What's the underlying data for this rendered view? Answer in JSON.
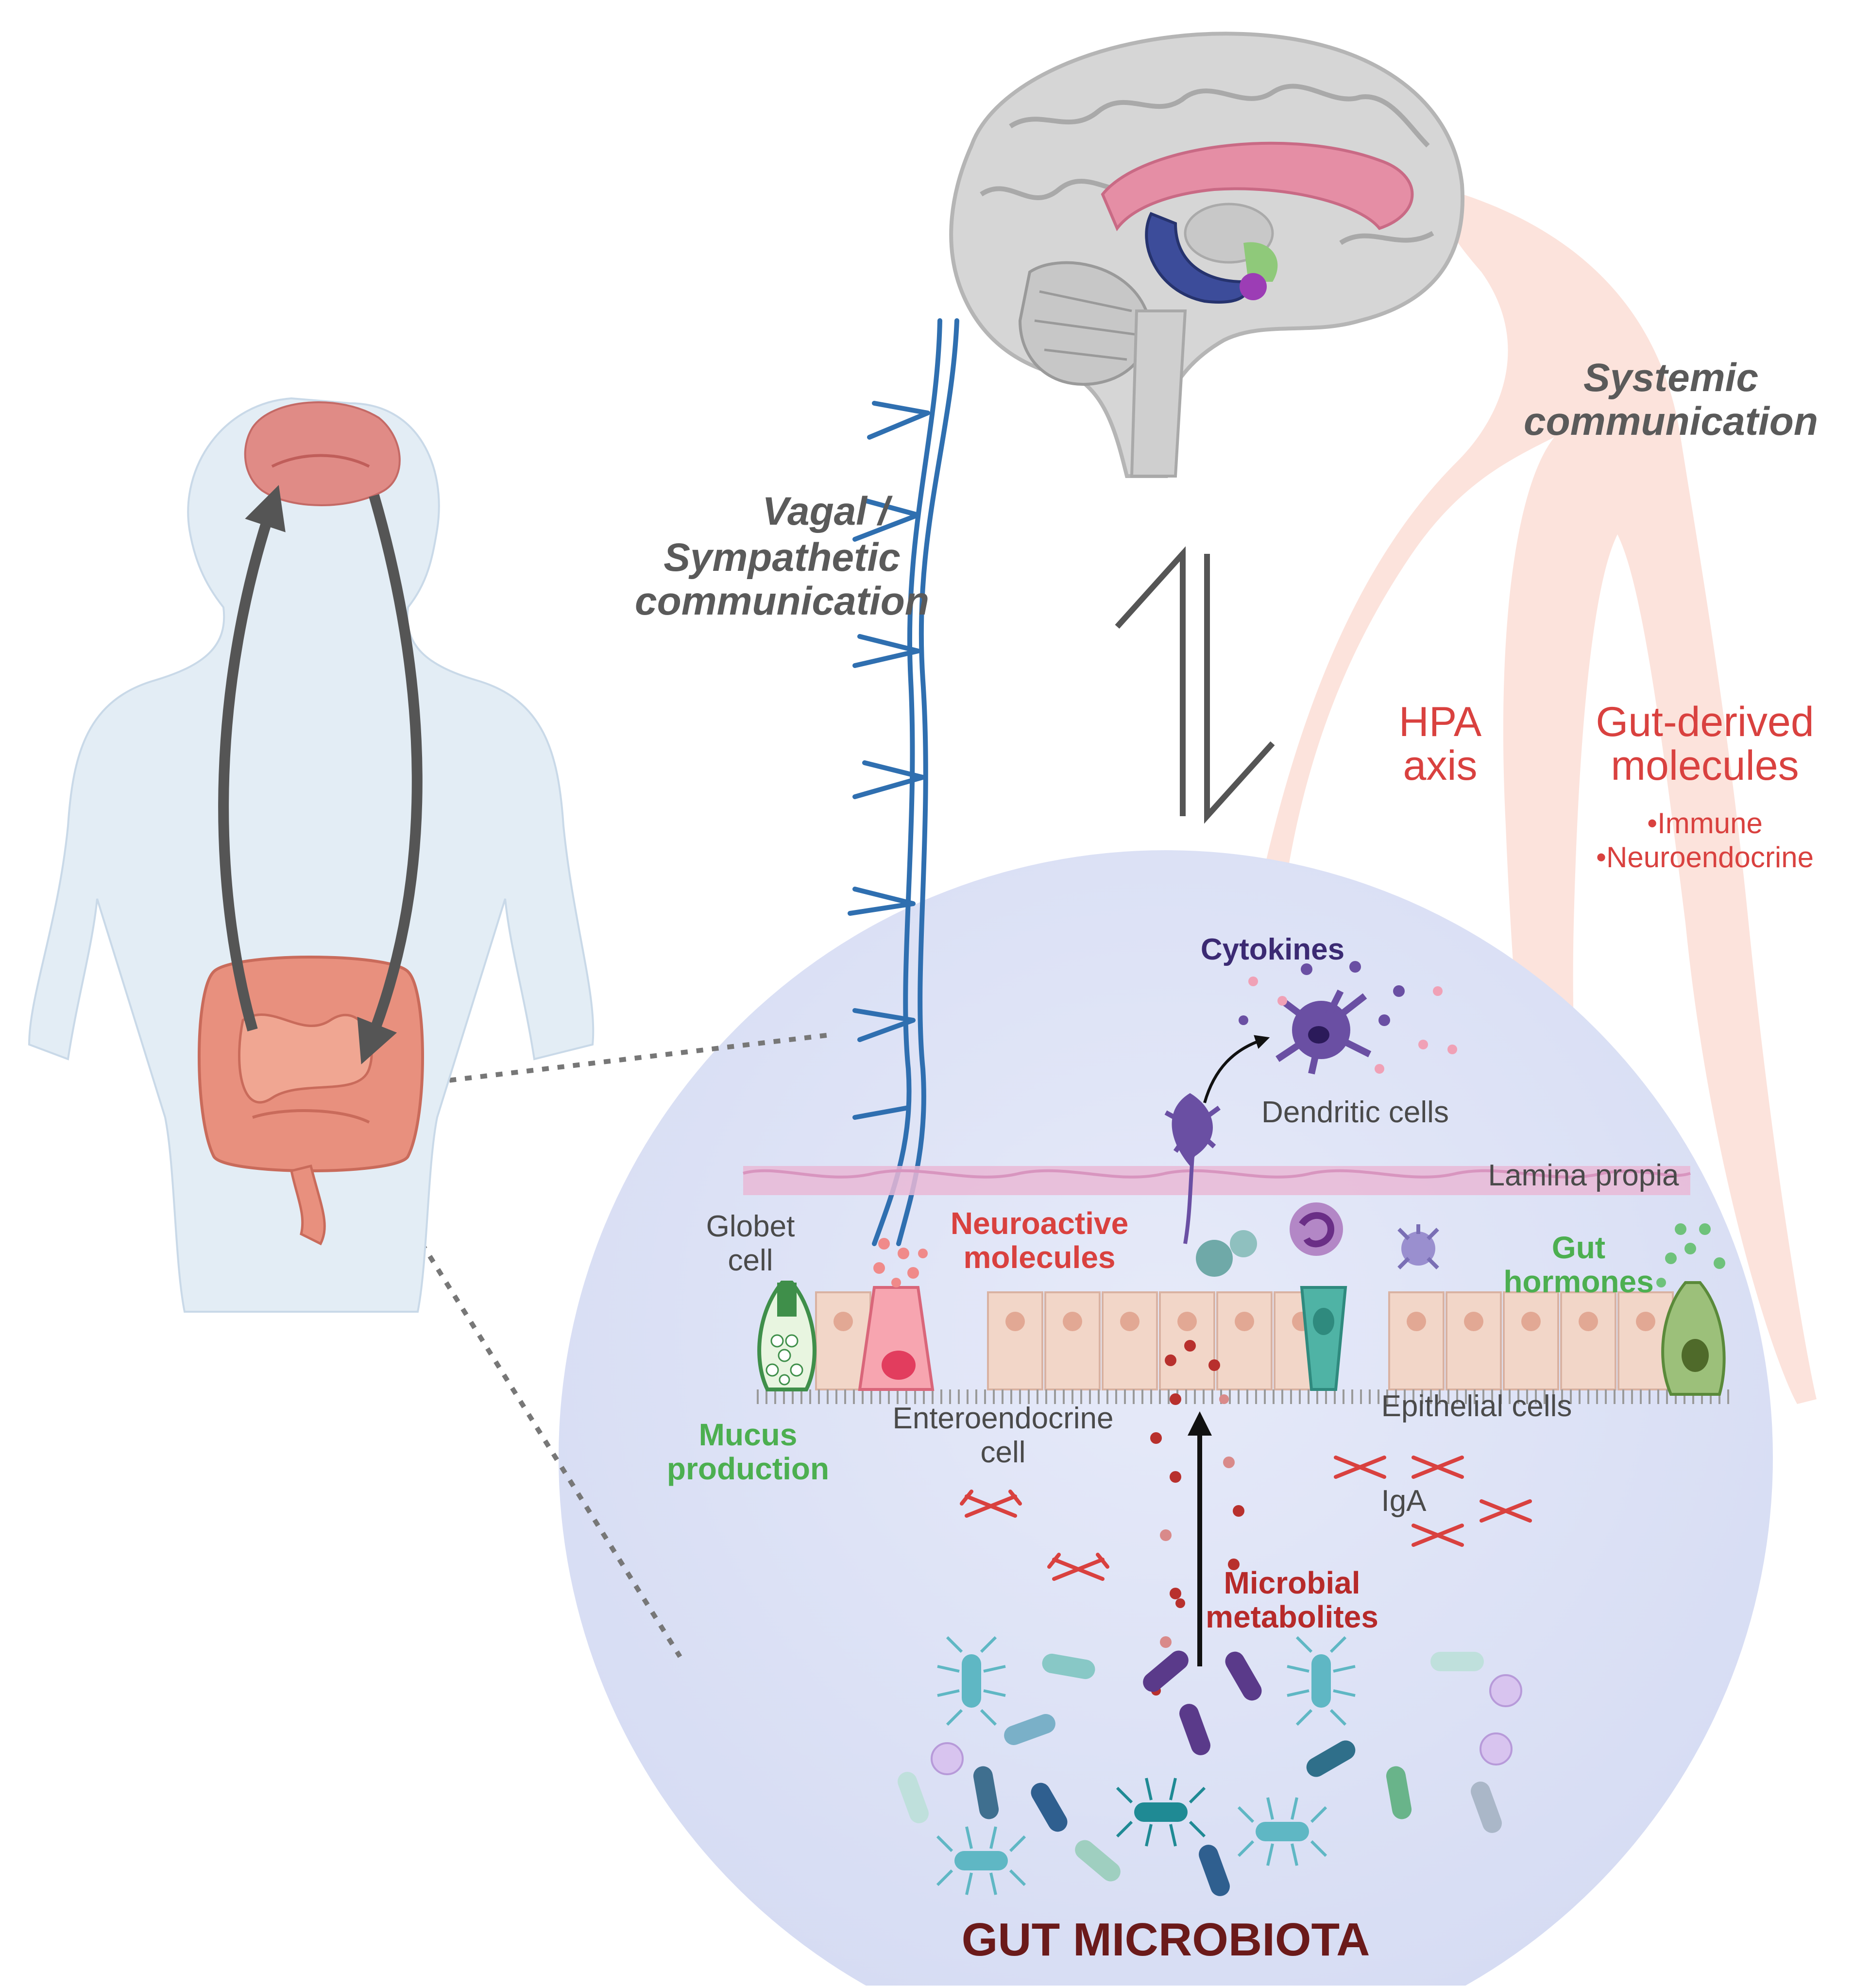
{
  "labels": {
    "vagal_1": "Vagal /",
    "vagal_2": "Sympathetic",
    "vagal_3": "communication",
    "systemic_1": "Systemic",
    "systemic_2": "communication",
    "hpa_1": "HPA",
    "hpa_2": "axis",
    "gutderived_1": "Gut-derived",
    "gutderived_2": "molecules",
    "bullet_immune": "•Immune",
    "bullet_neuro": "•Neuroendocrine",
    "cytokines": "Cytokines",
    "dendritic": "Dendritic cells",
    "lamina": "Lamina propia",
    "globet_1": "Globet",
    "globet_2": "cell",
    "neuroactive_1": "Neuroactive",
    "neuroactive_2": "molecules",
    "gut_hormones_1": "Gut",
    "gut_hormones_2": "hormones",
    "mucus_1": "Mucus",
    "mucus_2": "production",
    "entero_1": "Enteroendocrine",
    "entero_2": "cell",
    "epithelial": "Epithelial cells",
    "iga": "IgA",
    "microbial_1": "Microbial",
    "microbial_2": "metabolites",
    "gut_microbiota": "GUT MICROBIOTA"
  },
  "colors": {
    "circle_fill": "#dfe4f7",
    "ribbon": "#fbd9d0",
    "nerve": "#2f6fb0",
    "brain_gray": "#d6d6d6",
    "cingulate": "#e58ea5",
    "body": "#e3edf5",
    "intestine": "#e8907e",
    "epithelium": "#f2d6c8",
    "lamina": "#e9b8d6"
  },
  "icons": [
    "brain-illustration",
    "human-body-icon",
    "intestine-icon",
    "vagus-nerve",
    "bidirectional-arrow-icon",
    "dendritic-cell-icon",
    "globet-cell-icon",
    "enteroendocrine-cell-icon",
    "bacteria-icon",
    "antibody-icon"
  ]
}
